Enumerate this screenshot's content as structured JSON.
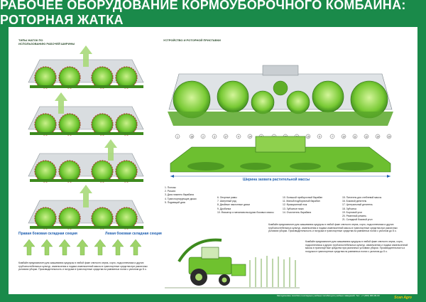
{
  "title": "РАБОЧЕЕ ОБОРУДОВАНИЕ КОРМОУБОРОЧНОГО КОМБАЙНА: РОТОРНАЯ ЖАТКА",
  "left_heading": "ТИПЫ ЖАТОК ПО\nИСПОЛЬЗОВАНИЮ РАБОЧЕЙ ШИРИНЫ",
  "right_heading": "УСТРОЙСТВО И РОТОРНОЙ ПРИСТАВКИ",
  "width_caption": "Ширина захвата растительной массы",
  "right_section": "Правая боковая складная секция",
  "left_section": "Левая боковая складная секция",
  "callouts": [
    "1",
    "18",
    "2",
    "3",
    "17",
    "4",
    "14",
    "5",
    "6",
    "16",
    "8",
    "15",
    "9",
    "7",
    "10",
    "11",
    "12",
    "19",
    "20"
  ],
  "legend": {
    "col1": [
      "1. Полозы",
      "2. Рычаги",
      "3. Диск нижнего барабана",
      "4. Транспортирующие диски",
      "5. Подающий диск"
    ],
    "col2": [
      "6. Опорные рамы",
      "7. Шатунный ряд",
      "8. Двойные наклонные диски",
      "9. Дробилка",
      "10. Фиксатор и механизм выгрузки боковых массы"
    ],
    "col3": [
      "10. Большой приборочный барабан",
      "11. Малый подборочный барабан",
      "12. Фрикционный нож",
      "13. Зубчатые ножи",
      "14. Очиститель барабана"
    ],
    "col4": [
      "15. Питатель для стеблевой массы",
      "16. Боковой делитель",
      "17. Центральный делитель",
      "18. Зубчатка",
      "19. Бортовой угол",
      "20. Ременной ремень",
      "21. Складной боковой угол"
    ]
  },
  "paragraph_center": "Комбайн предназначен для скашивания кукурузы в любой фазе спелости зерна, сорго, подсолнечника и других трубчатостебельных культур, измельчения и подачи измельченной массы в транспортные средства при различных условиях уборки. Производительность и погрузка в транспортные средства на равнинных полях с уклоном до 8 о.",
  "paragraph_right": "Комбайн предназначен для скашивания кукурузы в любой фазе спелости зерна, сорго, подсолнечника и других трубчатостебельных культур, измельчения и подачи измельченной массы в транспортные средства при различных условиях уборки. Производительность и погрузка в транспортные средства на равнинных полях с уклоном до 8 о.",
  "paragraph_left": "Комбайн предназначен для скашивания кукурузы в любой фазе спелости зерна, сорго, подсолнечника и других трубчатостебельных культур, измельчения и подачи измельченной массы в транспортные средства при различных условиях уборки. Производительность и погрузка в транспортные средства на равнинных полях с уклоном до 8 о.",
  "footer_text": "Методические пособия и наглядные учебные пособия для учебных заведений. Тел.: +7 (000) 000-00-00",
  "logo_text": "Sсan Agro",
  "colors": {
    "frame": "#1a8a4a",
    "machine": "#7ccf3a",
    "machine_dark": "#3d8a1d",
    "caption": "#1f5fb0",
    "arrow": "#9fd46a"
  }
}
